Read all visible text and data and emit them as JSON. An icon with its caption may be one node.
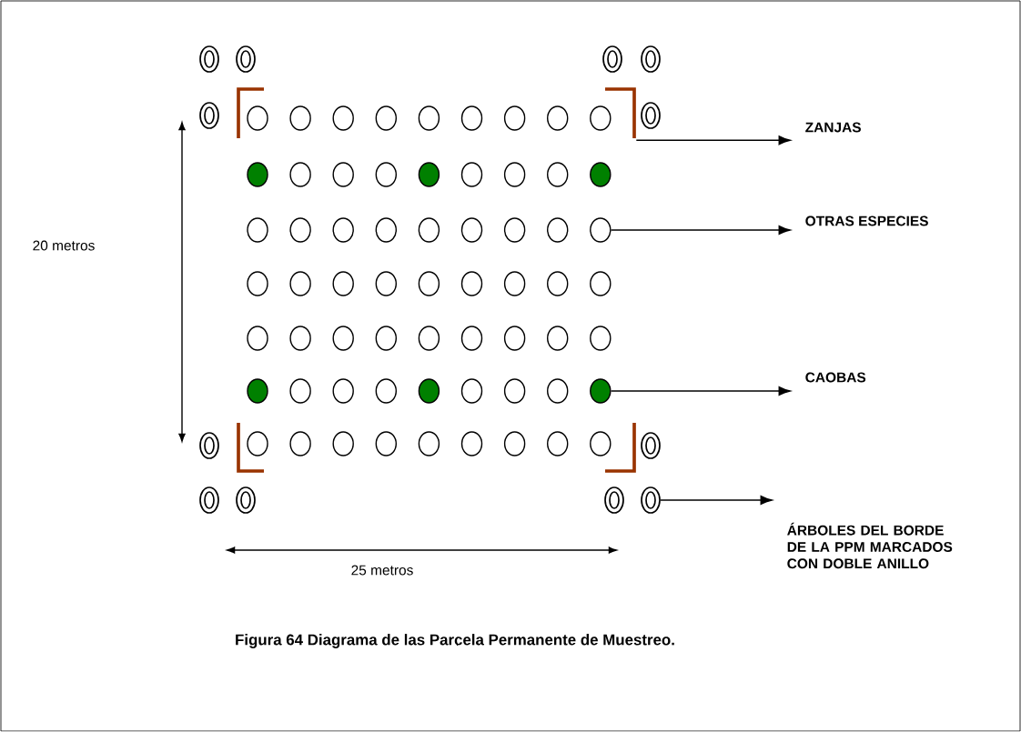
{
  "diagram": {
    "caption": "Figura 64 Diagrama de las Parcela Permanente de Muestreo.",
    "nodes": [
      {
        "text": [
          "ZANJAS"
        ]
      },
      {
        "text": [
          "OTRAS ESPECIES"
        ]
      },
      {
        "text": [
          "CAOBAS"
        ]
      },
      {
        "text": [
          "ÁRBOLES DEL BORDE DE LA PPM MARCADOS CON DOBLE ANILLO"
        ]
      },
      {
        "text": [],
        "shape": "bracket"
      },
      {
        "text": [],
        "shape": "circle"
      },
      {
        "text": [],
        "shape": "circle"
      },
      {
        "text": [],
        "shape": "circle"
      }
    ],
    "edges": [
      {
        "from": 4,
        "to": 0,
        "arrow": "to"
      },
      {
        "from": 5,
        "to": 1,
        "arrow": "to"
      },
      {
        "from": 6,
        "to": 2,
        "arrow": "to"
      },
      {
        "from": 7,
        "to": 3,
        "arrow": "to"
      }
    ],
    "labels": [
      "20 metros",
      "25 metros"
    ]
  }
}
